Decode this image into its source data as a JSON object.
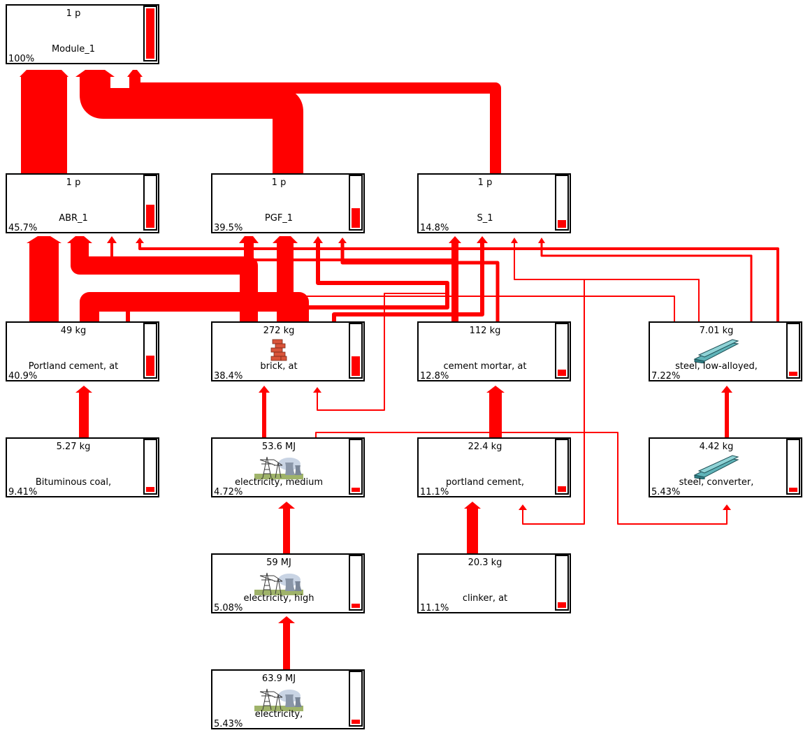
{
  "colors": {
    "flow": "#ff0000",
    "border": "#000000",
    "gauge_fill": "#ff0000"
  },
  "nodes": {
    "module_1": {
      "amount": "1 p",
      "name": "Module_1",
      "percent": "100%",
      "level": 1.0,
      "icon": ""
    },
    "abr_1": {
      "amount": "1 p",
      "name": "ABR_1",
      "percent": "45.7%",
      "level": 0.457,
      "icon": ""
    },
    "pgf_1": {
      "amount": "1 p",
      "name": "PGF_1",
      "percent": "39.5%",
      "level": 0.395,
      "icon": ""
    },
    "s_1": {
      "amount": "1 p",
      "name": "S_1",
      "percent": "14.8%",
      "level": 0.148,
      "icon": ""
    },
    "portland_cement_at": {
      "amount": "49 kg",
      "name": "Portland cement, at",
      "percent": "40.9%",
      "level": 0.409,
      "icon": ""
    },
    "brick_at": {
      "amount": "272 kg",
      "name": "brick, at",
      "percent": "38.4%",
      "level": 0.384,
      "icon": "brick-icon"
    },
    "cement_mortar": {
      "amount": "112 kg",
      "name": "cement mortar, at",
      "percent": "12.8%",
      "level": 0.128,
      "icon": ""
    },
    "steel_low_alloyed": {
      "amount": "7.01 kg",
      "name": "steel, low-alloyed,",
      "percent": "7.22%",
      "level": 0.0722,
      "icon": "steel-beam-icon"
    },
    "bituminous_coal": {
      "amount": "5.27 kg",
      "name": "Bituminous coal,",
      "percent": "9.41%",
      "level": 0.0941,
      "icon": ""
    },
    "electricity_medium": {
      "amount": "53.6 MJ",
      "name": "electricity, medium",
      "percent": "4.72%",
      "level": 0.0472,
      "icon": "power-plant-icon"
    },
    "portland_cement": {
      "amount": "22.4 kg",
      "name": "portland cement,",
      "percent": "11.1%",
      "level": 0.111,
      "icon": ""
    },
    "steel_converter": {
      "amount": "4.42 kg",
      "name": "steel, converter,",
      "percent": "5.43%",
      "level": 0.0543,
      "icon": "steel-beam-icon"
    },
    "electricity_high": {
      "amount": "59 MJ",
      "name": "electricity, high",
      "percent": "5.08%",
      "level": 0.0508,
      "icon": "power-plant-icon"
    },
    "clinker_at": {
      "amount": "20.3 kg",
      "name": "clinker, at",
      "percent": "11.1%",
      "level": 0.111,
      "icon": ""
    },
    "electricity": {
      "amount": "63.9 MJ",
      "name": "electricity,",
      "percent": "5.43%",
      "level": 0.0543,
      "icon": "power-plant-icon"
    }
  }
}
